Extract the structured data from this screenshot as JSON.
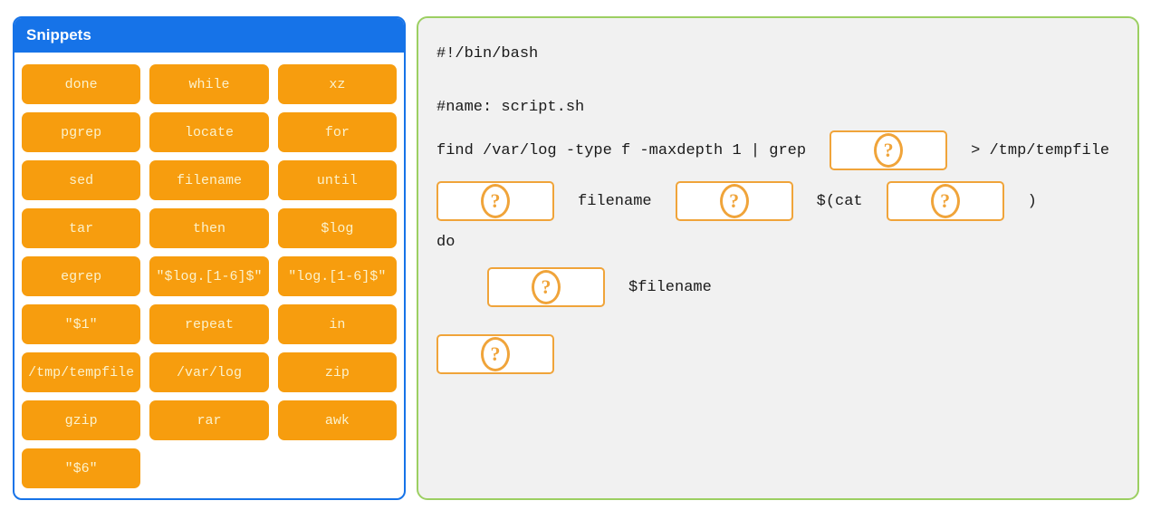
{
  "snippets_panel": {
    "title": "Snippets",
    "items": [
      "done",
      "while",
      "xz",
      "pgrep",
      "locate",
      "for",
      "sed",
      "filename",
      "until",
      "tar",
      "then",
      "$log",
      "egrep",
      "\"$log.[1-6]$\"",
      "\"log.[1-6]$\"",
      "\"$1\"",
      "repeat",
      "in",
      "/tmp/tempfile",
      "/var/log",
      "zip",
      "gzip",
      "rar",
      "awk",
      "\"$6\""
    ]
  },
  "script_panel": {
    "slot_glyph": "?",
    "shebang": "#!/bin/bash",
    "name_comment": "#name: script.sh",
    "find_line": {
      "pre": "find /var/log -type f -maxdepth 1 | grep",
      "post": "> /tmp/tempfile"
    },
    "loop_line": {
      "var_word": "filename",
      "cat_open": "$(cat",
      "close_paren": ")"
    },
    "do_keyword": "do",
    "loop_body_arg": "$filename"
  },
  "colors": {
    "header_blue": "#1673e8",
    "snippet_orange": "#f79d0e",
    "snippet_text": "#fbf2cd",
    "slot_border_orange": "#f0a43a",
    "script_border_green": "#9ccf62",
    "script_bg": "#f1f1f1",
    "code_text": "#1a1a1a"
  }
}
